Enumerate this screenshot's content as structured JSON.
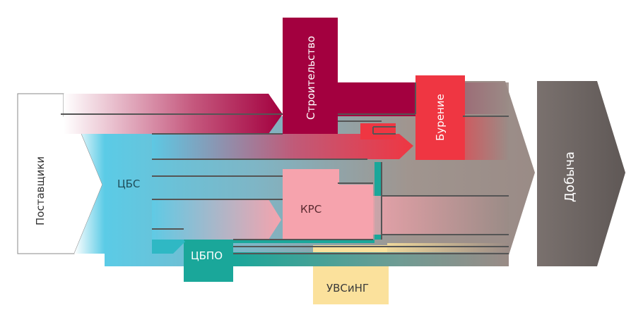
{
  "nodes": {
    "suppliers": {
      "label": "Поставщики",
      "color": "#ffffff"
    },
    "cbs": {
      "label": "ЦБС",
      "color": "#5bcbe6"
    },
    "cbpo": {
      "label": "ЦБПО",
      "color": "#1aa79a"
    },
    "construction": {
      "label": "Строительство",
      "color": "#a3003f"
    },
    "drilling": {
      "label": "Бурение",
      "color": "#ef3642"
    },
    "krs": {
      "label": "КРС",
      "color": "#f6a3ad"
    },
    "uvsing": {
      "label": "УВСиНГ",
      "color": "#fbe19c"
    },
    "production": {
      "label": "Добыча",
      "color": "#6e6664"
    }
  },
  "colors": {
    "main_flow_end": "#9a8b86",
    "line": "#555555"
  }
}
